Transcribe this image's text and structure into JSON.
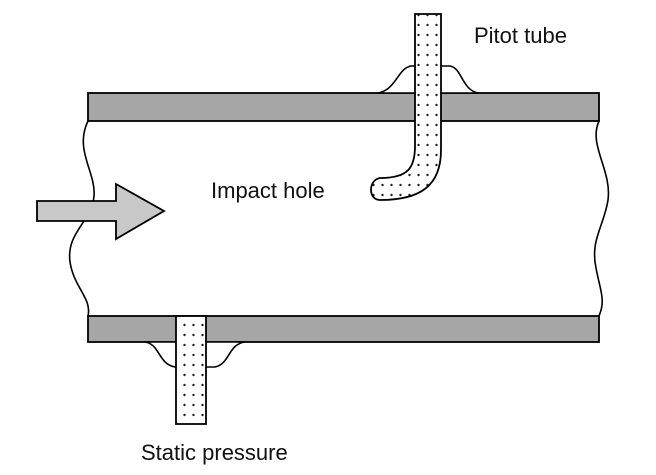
{
  "labels": {
    "pitot_tube": "Pitot tube",
    "impact_hole": "Impact hole",
    "static_pressure": "Static pressure"
  },
  "colors": {
    "wall_fill": "#a6a6a6",
    "arrow_fill": "#c8c8c8",
    "outline": "#000000",
    "tube_fill": "#ffffff",
    "dot": "#222222"
  }
}
